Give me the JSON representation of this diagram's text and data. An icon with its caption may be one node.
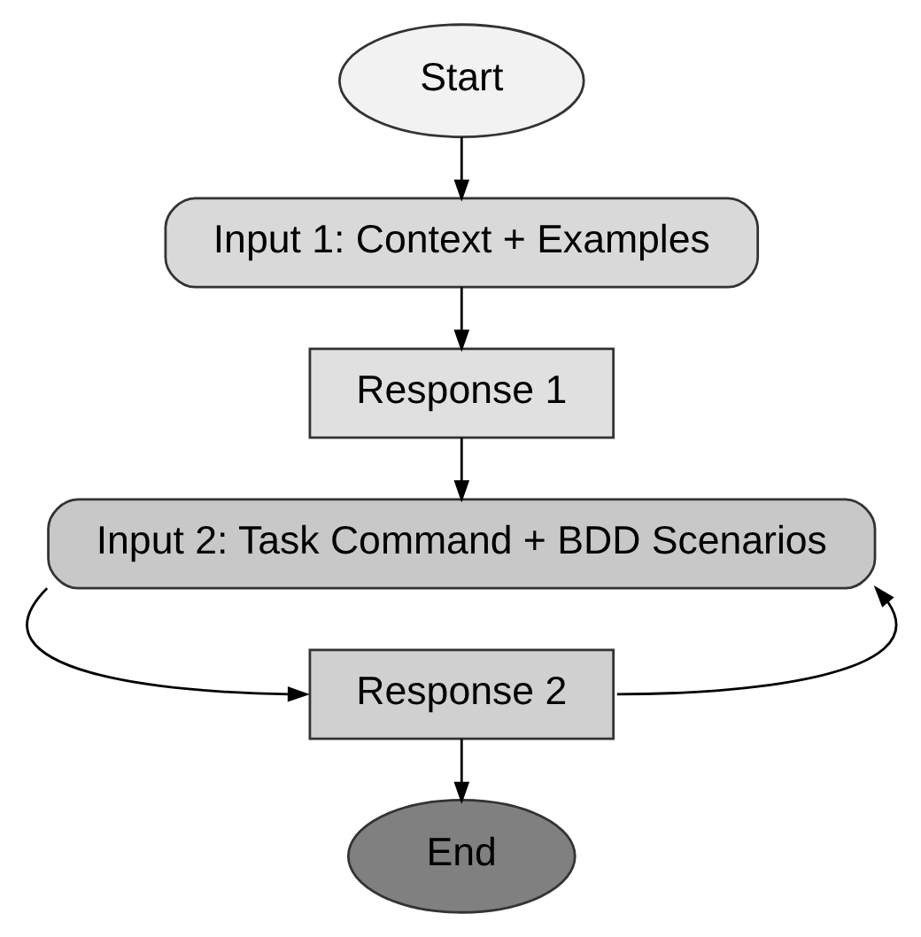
{
  "diagram": {
    "nodes": [
      {
        "text": [
          "Start"
        ]
      },
      {
        "text": [
          "Input 1: Context + Examples"
        ]
      },
      {
        "text": [
          "Response 1"
        ]
      },
      {
        "text": [
          "Input 2: Task Command + BDD Scenarios"
        ]
      },
      {
        "text": [
          "Response 2"
        ]
      },
      {
        "text": [
          "End"
        ]
      }
    ],
    "edges": [
      {
        "from": 0,
        "to": 1,
        "arrow": "to"
      },
      {
        "from": 1,
        "to": 2,
        "arrow": "to"
      },
      {
        "from": 2,
        "to": 3,
        "arrow": "to"
      },
      {
        "from": 3,
        "to": 4,
        "arrow": "to"
      },
      {
        "from": 4,
        "to": 3,
        "arrow": "to"
      },
      {
        "from": 4,
        "to": 5,
        "arrow": "to"
      }
    ]
  }
}
